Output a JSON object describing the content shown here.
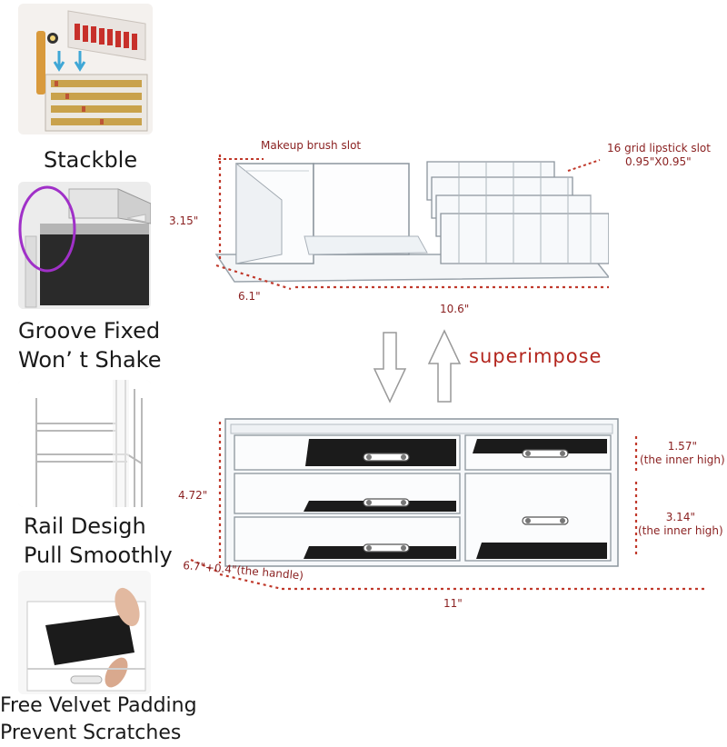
{
  "features": [
    {
      "label": "Stackble",
      "icon": "stacking-photo"
    },
    {
      "label": "Groove Fixed\nWon’ t Shake",
      "icon": "groove-photo"
    },
    {
      "label": "Rail Desigh\nPull Smoothly",
      "icon": "rail-photo"
    },
    {
      "label": "Free Velvet Padding\nPrevent Scratches",
      "icon": "velvet-photo"
    }
  ],
  "top_tray": {
    "brush_slot_label": "Makeup brush slot",
    "lipstick_slot_label": "16 grid lipstick slot",
    "lipstick_slot_size": "0.95\"X0.95\"",
    "height": "3.15\"",
    "depth": "6.1\"",
    "width": "10.6\""
  },
  "stack_label": "superimpose",
  "drawer_unit": {
    "height": "4.72\"",
    "small_drawer_inner": "1.57\"\n(the inner high)",
    "large_drawer_inner": "3.14\"\n(the inner high)",
    "depth": "6.7\"+0.4\"(the handle)",
    "width": "11\""
  },
  "colors": {
    "dim_text": "#8b2222",
    "dotted_line": "#c0392b",
    "superimpose_text": "#b3261e",
    "velvet": "#1b1b1b"
  }
}
